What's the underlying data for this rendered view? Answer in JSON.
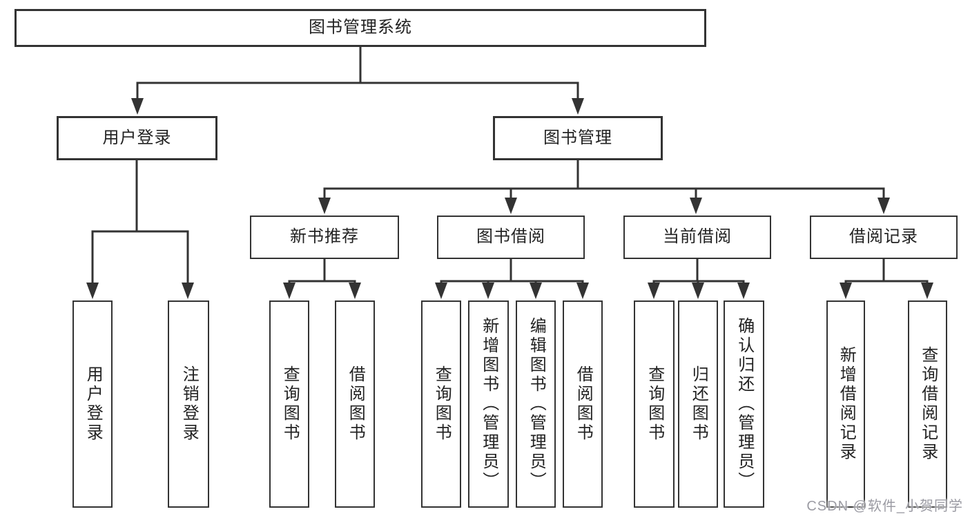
{
  "title": "图书管理系统",
  "watermark": "CSDN @软件_小贺同学",
  "colors": {
    "line": "#333333",
    "text": "#222222",
    "background": "#ffffff",
    "watermark": "#9b9ba3"
  },
  "nodes": {
    "root": {
      "label": "图书管理系统",
      "parent": null
    },
    "user_login": {
      "label": "用户登录",
      "parent": "root"
    },
    "book_mgmt": {
      "label": "图书管理",
      "parent": "root"
    },
    "new_books": {
      "label": "新书推荐",
      "parent": "book_mgmt"
    },
    "book_borrow": {
      "label": "图书借阅",
      "parent": "book_mgmt"
    },
    "current_borrow": {
      "label": "当前借阅",
      "parent": "book_mgmt"
    },
    "borrow_records": {
      "label": "借阅记录",
      "parent": "book_mgmt"
    },
    "user_login_leaf": {
      "label": "用户登录",
      "parent": "user_login"
    },
    "logout_leaf": {
      "label": "注销登录",
      "parent": "user_login"
    },
    "nb_query_books": {
      "label": "查询图书",
      "parent": "new_books"
    },
    "nb_borrow_books": {
      "label": "借阅图书",
      "parent": "new_books"
    },
    "bb_query_books": {
      "label": "查询图书",
      "parent": "book_borrow"
    },
    "bb_add_books": {
      "label": "新增图书（管理员）",
      "parent": "book_borrow"
    },
    "bb_edit_books": {
      "label": "编辑图书（管理员）",
      "parent": "book_borrow"
    },
    "bb_borrow_books": {
      "label": "借阅图书",
      "parent": "book_borrow"
    },
    "cb_query_books": {
      "label": "查询图书",
      "parent": "current_borrow"
    },
    "cb_return_books": {
      "label": "归还图书",
      "parent": "current_borrow"
    },
    "cb_confirm_return": {
      "label": "确认归还（管理员）",
      "parent": "current_borrow"
    },
    "br_add_record": {
      "label": "新增借阅记录",
      "parent": "borrow_records"
    },
    "br_query_record": {
      "label": "查询借阅记录",
      "parent": "borrow_records"
    }
  }
}
